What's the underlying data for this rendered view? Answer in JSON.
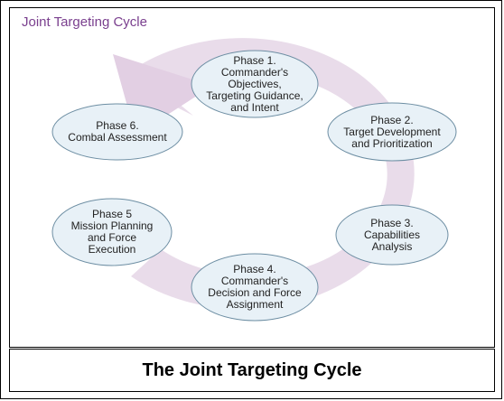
{
  "panel_title": "Joint Targeting Cycle",
  "caption": "The Joint Targeting Cycle",
  "colors": {
    "arrow": "#e9dcea",
    "node_fill": "#e8f1f7",
    "node_stroke": "#6d8ea3",
    "title": "#7a3f8e"
  },
  "phases": [
    {
      "label": "Phase 1.\nCommander's\nObjectives,\nTargeting Guidance,\nand Intent"
    },
    {
      "label": "Phase 2.\nTarget Development\nand Prioritization"
    },
    {
      "label": "Phase 3.\nCapabilities\nAnalysis"
    },
    {
      "label": "Phase 4.\nCommander's\nDecision and Force\nAssignment"
    },
    {
      "label": "Phase 5\nMission Planning\nand Force\nExecution"
    },
    {
      "label": "Phase 6.\nCombal Assessment"
    }
  ]
}
